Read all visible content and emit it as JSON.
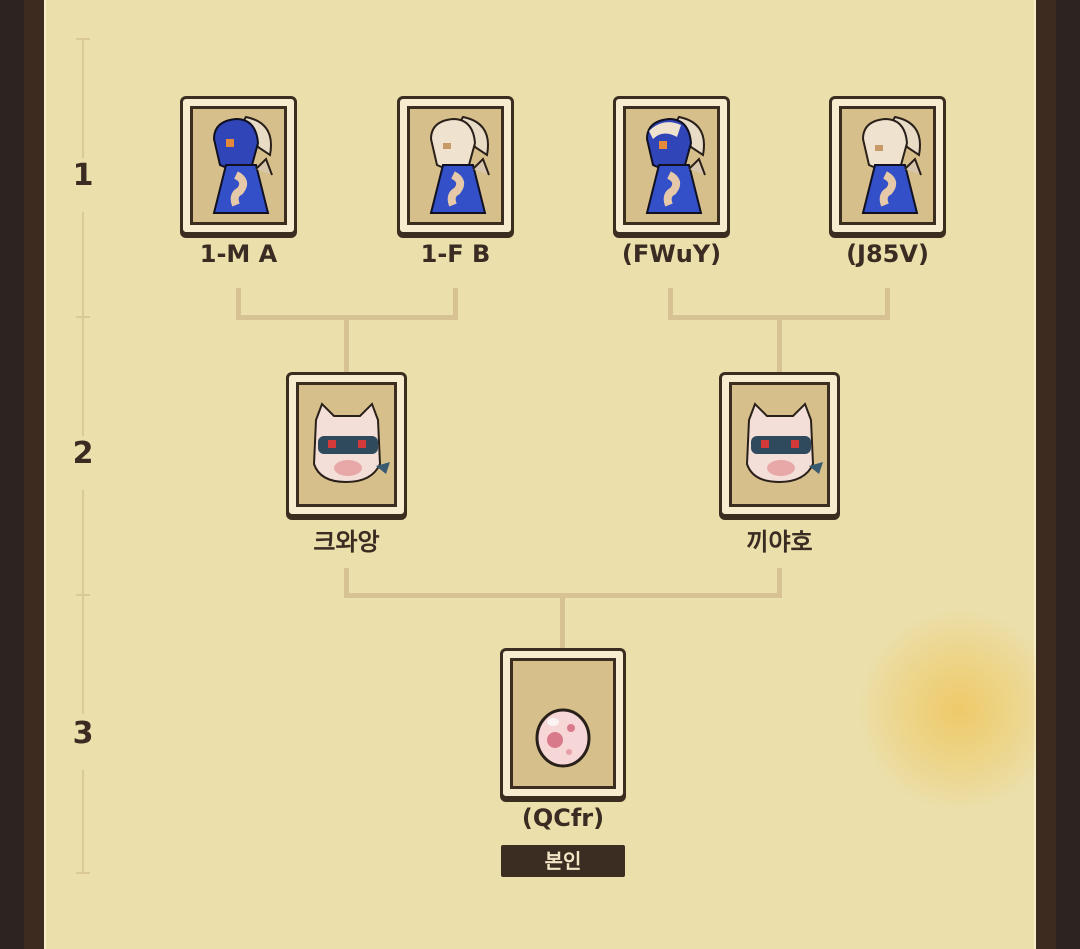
{
  "generations": [
    {
      "label": "1",
      "members": [
        "1-M A",
        "1-F B",
        "(FWuY)",
        "(J85V)"
      ]
    },
    {
      "label": "2",
      "members": [
        "크와앙",
        "끼야호"
      ]
    },
    {
      "label": "3",
      "members": [
        "(QCfr)"
      ]
    }
  ],
  "self_badge": "본인",
  "colors": {
    "panel_bg": "#ebdfab",
    "frame": "#3d2b1f",
    "connector": "#d7c293",
    "card_inner": "#d6bf8b",
    "badge_bg": "#3b2d22",
    "glow": "#f0be46"
  },
  "icons": {
    "generation_1": "blue-dragon-sprite",
    "generation_2": "pink-cat-sprite",
    "generation_3": "pink-egg-sprite"
  }
}
